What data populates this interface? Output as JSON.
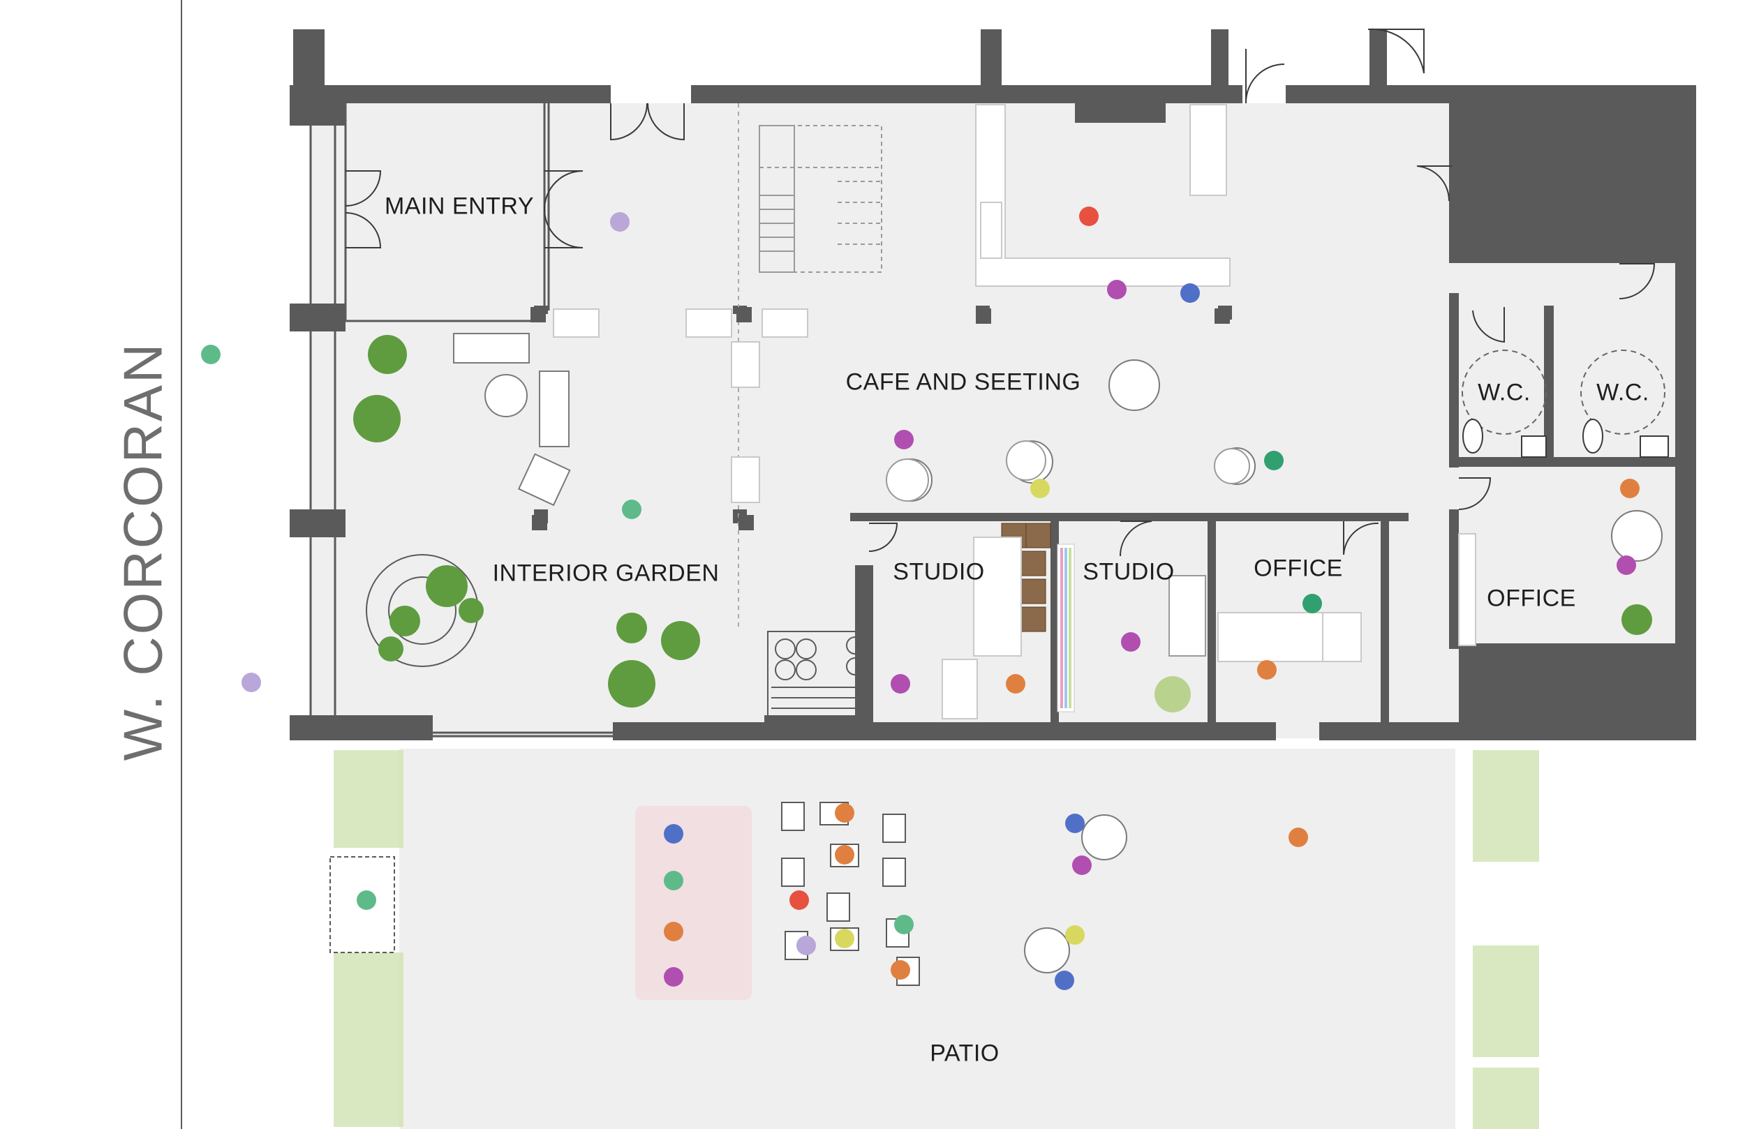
{
  "street_name": "W. CORCORAN",
  "rooms": {
    "main_entry": "MAIN ENTRY",
    "interior_garden": "INTERIOR GARDEN",
    "cafe": "CAFE AND SEETING",
    "studio_1": "STUDIO",
    "studio_2": "STUDIO",
    "office_1": "OFFICE",
    "office_2": "OFFICE",
    "wc_1": "W.C.",
    "wc_2": "W.C.",
    "patio": "PATIO"
  },
  "colors": {
    "wall": "#5a5a5a",
    "floor": "#eeeeee",
    "plant": "#5f9c3f",
    "plant_light": "#b9d38f",
    "rug": "#f1dfe2"
  }
}
